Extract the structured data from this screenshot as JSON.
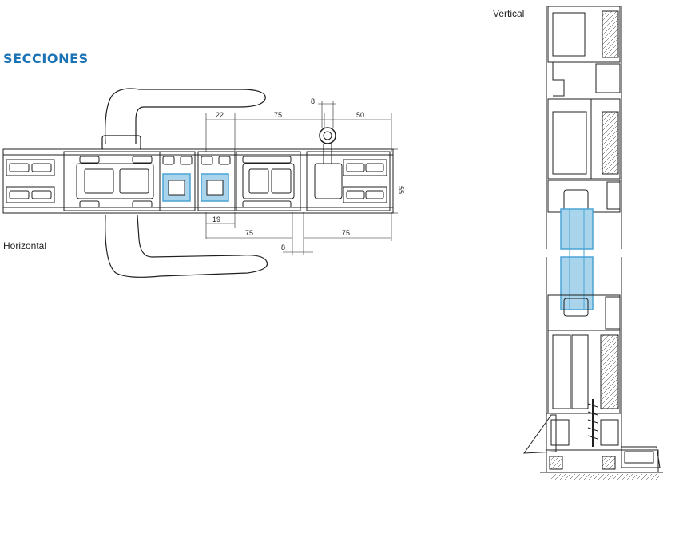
{
  "title": "SECCIONES",
  "labels": {
    "horizontal": "Horizontal",
    "vertical": "Vertical"
  },
  "colors": {
    "title": "#1a73b5",
    "glass": "#a9d4ec",
    "glass_edge": "#4aa3d6",
    "line": "#1f1f1f"
  },
  "dimensions": {
    "top": [
      "8",
      "22",
      "75",
      "50"
    ],
    "right": "55",
    "bottom": [
      "19",
      "75",
      "75",
      "8"
    ]
  }
}
